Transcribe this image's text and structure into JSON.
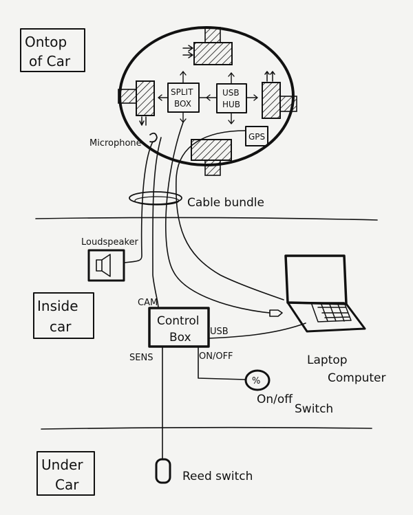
{
  "zones": {
    "on_top": [
      "Ontop",
      "of Car"
    ],
    "inside": [
      "Inside",
      "car"
    ],
    "under": [
      "Under",
      "Car"
    ]
  },
  "components": {
    "split_box": [
      "SPLIT",
      "BOX"
    ],
    "usb_hub": [
      "USB",
      "HUB"
    ],
    "gps": "GPS",
    "microphone": "Microphone",
    "cable_bundle": "Cable bundle",
    "loudspeaker": "Loudspeaker",
    "control_box": [
      "Control",
      "Box"
    ],
    "laptop": [
      "Laptop",
      "Computer"
    ],
    "onoff_switch": [
      "On/off",
      "Switch"
    ],
    "reed_switch": "Reed switch"
  },
  "ports": {
    "cam": "CAM",
    "usb": "USB",
    "sens": "SENS",
    "onoff": "ON/OFF"
  },
  "switch_symbol": "%",
  "colors": {
    "ink": "#111111",
    "paper": "#f4f4f2"
  }
}
